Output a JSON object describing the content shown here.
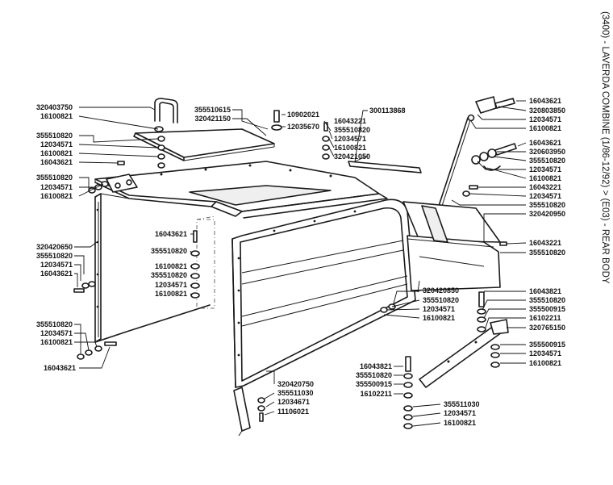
{
  "page_title": "(3400) - LAVERDA COMBINE (1/86-12/92) > (E03) - REAR BODY",
  "part_labels": {
    "l01": "320403750",
    "l02": "16100821",
    "l03": "355510820",
    "l04": "12034571",
    "l05": "16100821",
    "l06": "16043621",
    "l07": "355510820",
    "l08": "12034571",
    "l09": "16100821",
    "l10": "355510615",
    "l11": "320421150",
    "l12": "10902021",
    "l13": "12035670",
    "l14": "300113868",
    "l15": "16043221",
    "l16": "355510820",
    "l17": "12034571",
    "l18": "16100821",
    "l19": "320421050",
    "l20": "16043621",
    "l21": "320803850",
    "l22": "12034571",
    "l23": "16100821",
    "l24": "16043621",
    "l25": "320603950",
    "l26": "355510820",
    "l27": "12034571",
    "l28": "16100821",
    "l29": "16043221",
    "l30": "12034571",
    "l31": "355510820",
    "l32": "320420950",
    "l33": "16043221",
    "l34": "355510820",
    "l35": "16043621",
    "l36": "320420650",
    "l37": "355510820",
    "l38": "12034571",
    "l39": "16043621",
    "l40": "355510820",
    "l41": "16100821",
    "l42": "355510820",
    "l43": "12034571",
    "l44": "16100821",
    "l45": "355510820",
    "l46": "12034571",
    "l47": "16100821",
    "l48": "16043621",
    "l49": "320420850",
    "l50": "355510820",
    "l51": "12034571",
    "l52": "16100821",
    "l53": "16043821",
    "l54": "355510820",
    "l55": "355500915",
    "l56": "16102211",
    "l57": "320765150",
    "l58": "355500915",
    "l59": "12034571",
    "l60": "16100821",
    "l61": "16043821",
    "l62": "355510820",
    "l63": "355500915",
    "l64": "16102211",
    "l65": "355511030",
    "l66": "12034571",
    "l67": "16100821",
    "l68": "320420750",
    "l69": "355511030",
    "l70": "12034671",
    "l71": "11106021"
  }
}
